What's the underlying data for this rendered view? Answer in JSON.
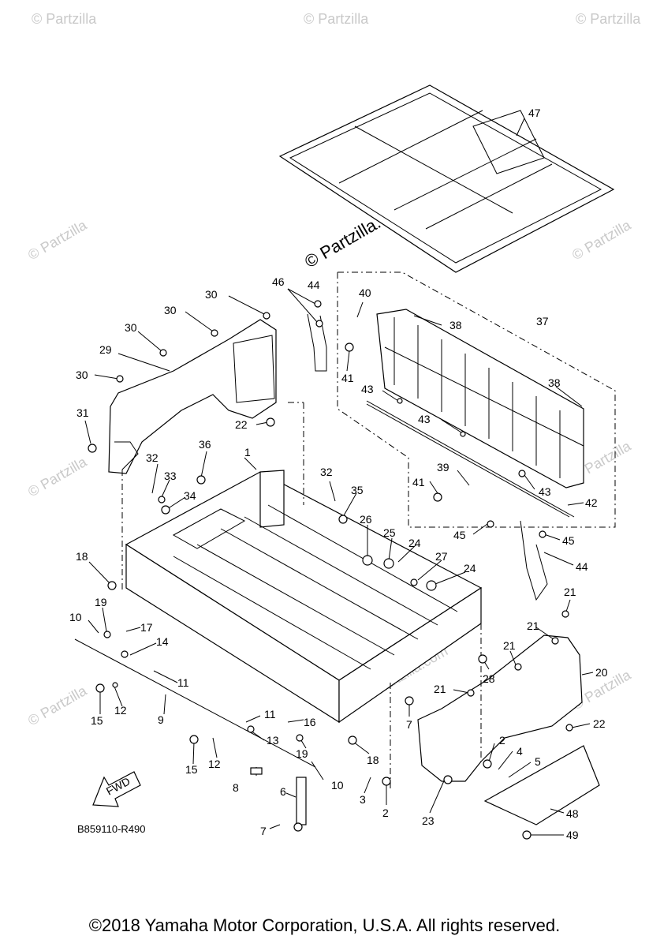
{
  "watermark": {
    "text": "© Partzilla",
    "dotcom": "Partzilla.com",
    "prominent": "© Partzilla.com"
  },
  "diagram_code": "B859110-R490",
  "fwd_label": "FWD",
  "footer": "©2018  Yamaha Motor Corporation, U.S.A. All rights reserved.",
  "callouts": [
    "1",
    "2",
    "2",
    "3",
    "4",
    "5",
    "6",
    "7",
    "7",
    "8",
    "9",
    "10",
    "10",
    "11",
    "11",
    "12",
    "12",
    "13",
    "14",
    "15",
    "15",
    "16",
    "17",
    "18",
    "18",
    "19",
    "19",
    "20",
    "21",
    "21",
    "21",
    "21",
    "22",
    "22",
    "23",
    "24",
    "24",
    "25",
    "26",
    "27",
    "28",
    "29",
    "30",
    "30",
    "30",
    "30",
    "31",
    "32",
    "32",
    "33",
    "34",
    "35",
    "36",
    "37",
    "38",
    "38",
    "39",
    "40",
    "41",
    "41",
    "42",
    "43",
    "43",
    "43",
    "44",
    "44",
    "45",
    "45",
    "46",
    "47",
    "48",
    "49"
  ]
}
